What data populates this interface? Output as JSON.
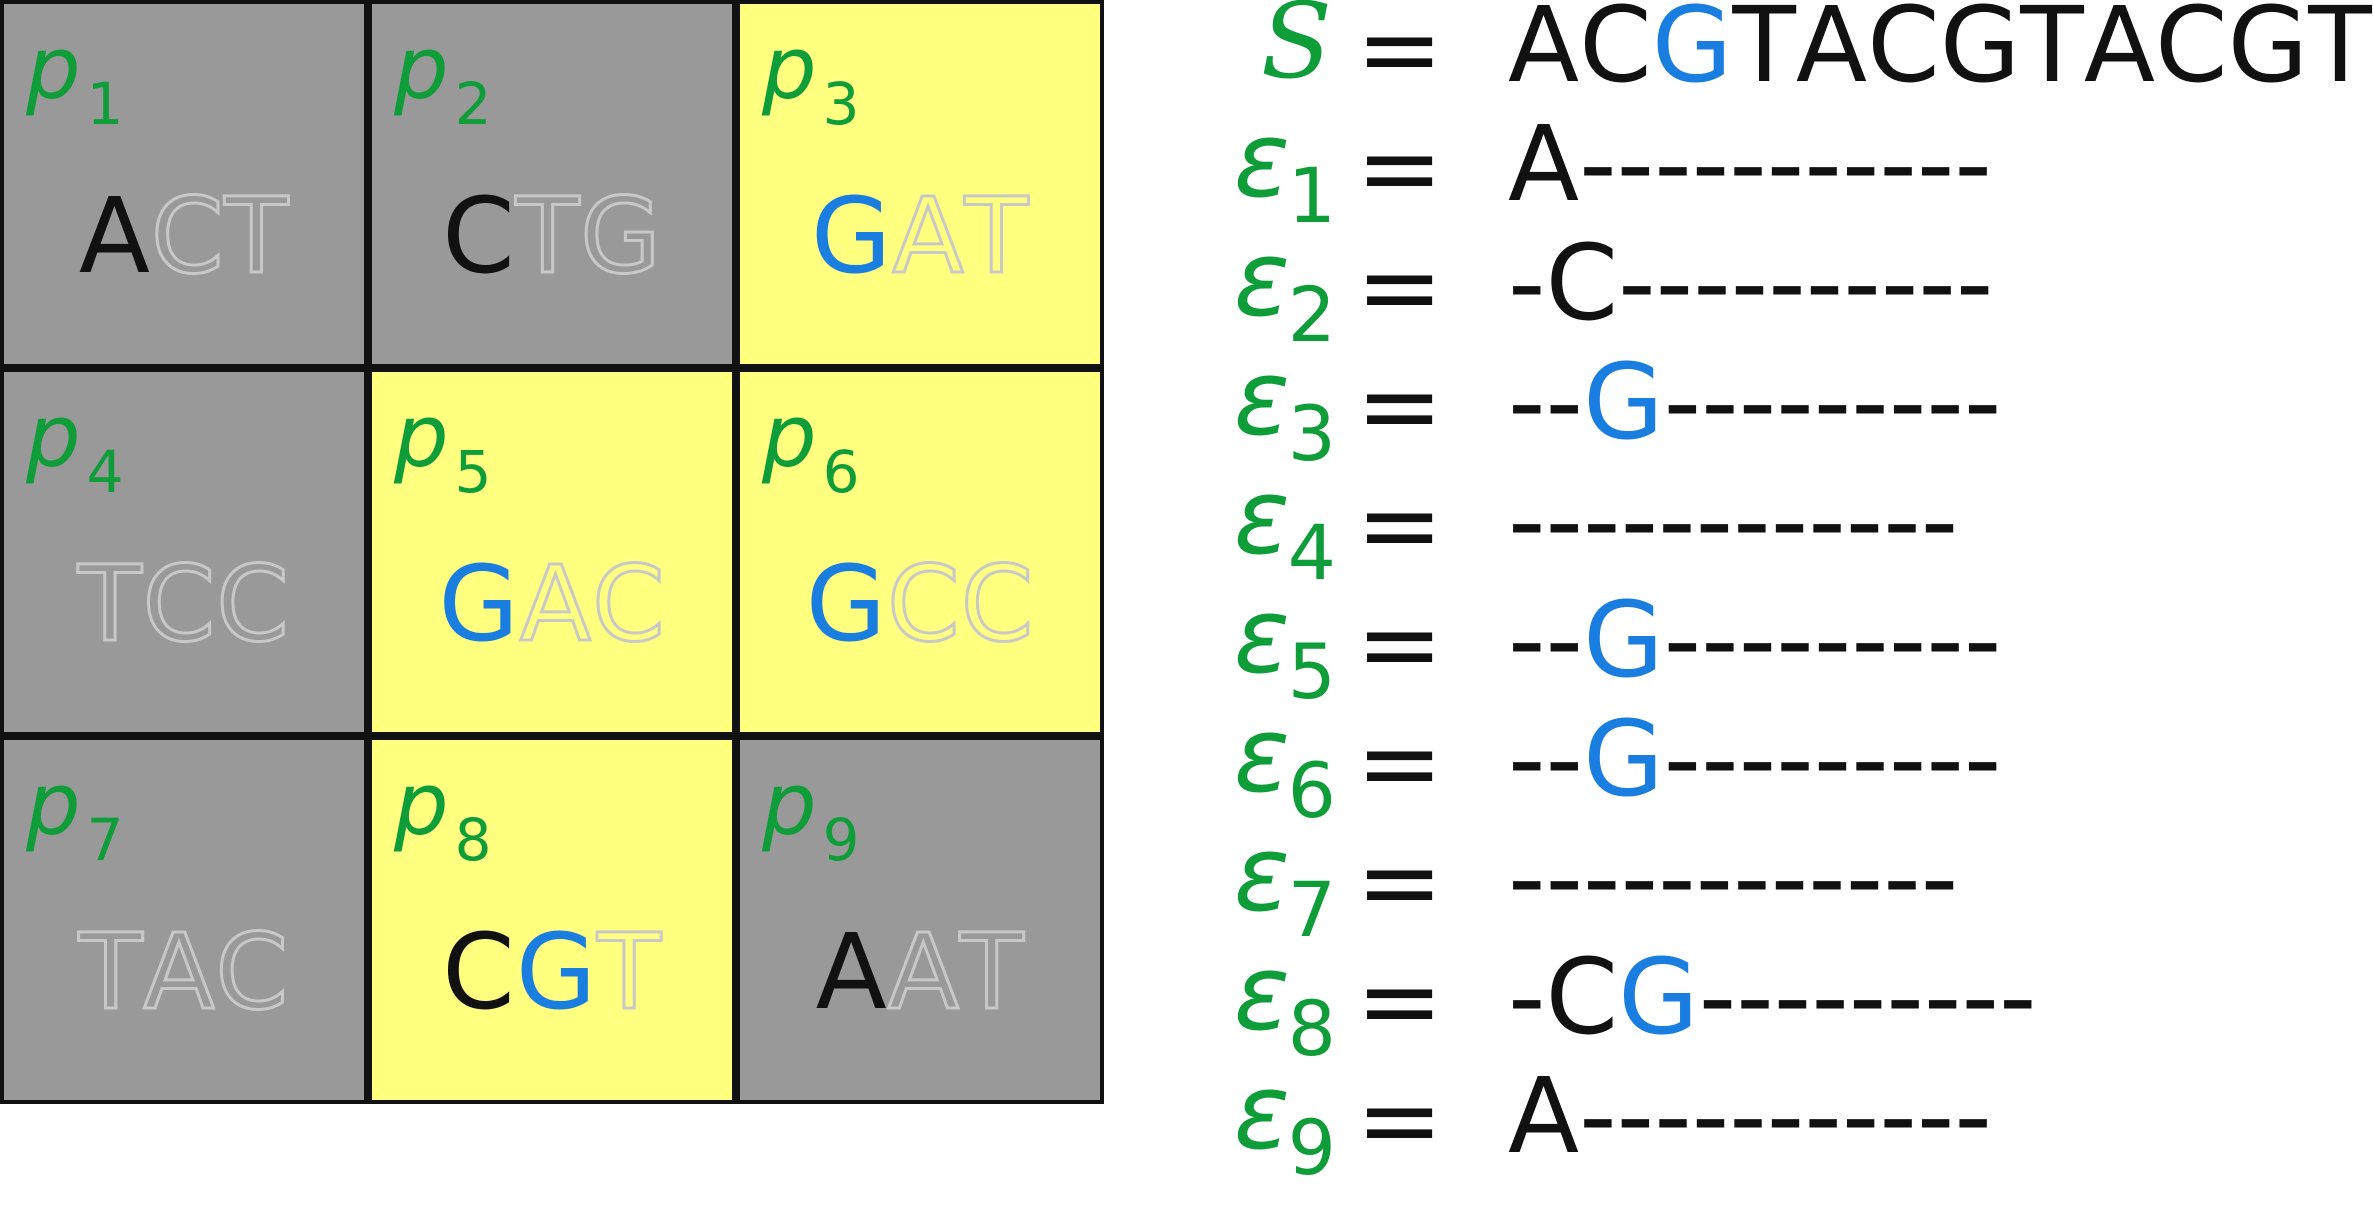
{
  "colors": {
    "green": "#0f9d3a",
    "blue": "#1a7de0",
    "black": "#111111",
    "gray_cell": "#999999",
    "yellow_cell": "#ffff80",
    "outline_letter": "#c8c8c8"
  },
  "cells": [
    {
      "label": "p",
      "sub": "1",
      "fill": "gray",
      "letters": [
        {
          "ch": "A",
          "style": "black"
        },
        {
          "ch": "C",
          "style": "outline"
        },
        {
          "ch": "T",
          "style": "outline"
        }
      ]
    },
    {
      "label": "p",
      "sub": "2",
      "fill": "gray",
      "letters": [
        {
          "ch": "C",
          "style": "black"
        },
        {
          "ch": "T",
          "style": "outline"
        },
        {
          "ch": "G",
          "style": "outline"
        }
      ]
    },
    {
      "label": "p",
      "sub": "3",
      "fill": "yellow",
      "letters": [
        {
          "ch": "G",
          "style": "blue"
        },
        {
          "ch": "A",
          "style": "outline"
        },
        {
          "ch": "T",
          "style": "outline"
        }
      ]
    },
    {
      "label": "p",
      "sub": "4",
      "fill": "gray",
      "letters": [
        {
          "ch": "T",
          "style": "outline"
        },
        {
          "ch": "C",
          "style": "outline"
        },
        {
          "ch": "C",
          "style": "outline"
        }
      ]
    },
    {
      "label": "p",
      "sub": "5",
      "fill": "yellow",
      "letters": [
        {
          "ch": "G",
          "style": "blue"
        },
        {
          "ch": "A",
          "style": "outline"
        },
        {
          "ch": "C",
          "style": "outline"
        }
      ]
    },
    {
      "label": "p",
      "sub": "6",
      "fill": "yellow",
      "letters": [
        {
          "ch": "G",
          "style": "blue"
        },
        {
          "ch": "C",
          "style": "outline"
        },
        {
          "ch": "C",
          "style": "outline"
        }
      ]
    },
    {
      "label": "p",
      "sub": "7",
      "fill": "gray",
      "letters": [
        {
          "ch": "T",
          "style": "outline"
        },
        {
          "ch": "A",
          "style": "outline"
        },
        {
          "ch": "C",
          "style": "outline"
        }
      ]
    },
    {
      "label": "p",
      "sub": "8",
      "fill": "yellow",
      "letters": [
        {
          "ch": "C",
          "style": "black"
        },
        {
          "ch": "G",
          "style": "blue"
        },
        {
          "ch": "T",
          "style": "outline"
        }
      ]
    },
    {
      "label": "p",
      "sub": "9",
      "fill": "gray",
      "letters": [
        {
          "ch": "A",
          "style": "black"
        },
        {
          "ch": "A",
          "style": "outline"
        },
        {
          "ch": "T",
          "style": "outline"
        }
      ]
    }
  ],
  "equations": [
    {
      "symbol": "S",
      "sub": "",
      "sign": "=",
      "sequence": [
        {
          "ch": "A",
          "c": "black"
        },
        {
          "ch": "C",
          "c": "black"
        },
        {
          "ch": "G",
          "c": "blue"
        },
        {
          "ch": "T",
          "c": "black"
        },
        {
          "ch": "A",
          "c": "black"
        },
        {
          "ch": "C",
          "c": "black"
        },
        {
          "ch": "G",
          "c": "black"
        },
        {
          "ch": "T",
          "c": "black"
        },
        {
          "ch": "A",
          "c": "black"
        },
        {
          "ch": "C",
          "c": "black"
        },
        {
          "ch": "G",
          "c": "black"
        },
        {
          "ch": "T",
          "c": "black"
        }
      ]
    },
    {
      "symbol": "ε",
      "sub": "1",
      "sign": "=",
      "sequence": [
        {
          "ch": "A",
          "c": "black"
        },
        {
          "ch": "-----------",
          "c": "black"
        }
      ]
    },
    {
      "symbol": "ε",
      "sub": "2",
      "sign": "=",
      "sequence": [
        {
          "ch": "-",
          "c": "black"
        },
        {
          "ch": "C",
          "c": "black"
        },
        {
          "ch": "----------",
          "c": "black"
        }
      ]
    },
    {
      "symbol": "ε",
      "sub": "3",
      "sign": "=",
      "sequence": [
        {
          "ch": "--",
          "c": "black"
        },
        {
          "ch": "G",
          "c": "blue"
        },
        {
          "ch": "---------",
          "c": "black"
        }
      ]
    },
    {
      "symbol": "ε",
      "sub": "4",
      "sign": "=",
      "sequence": [
        {
          "ch": "------------",
          "c": "black"
        }
      ]
    },
    {
      "symbol": "ε",
      "sub": "5",
      "sign": "=",
      "sequence": [
        {
          "ch": "--",
          "c": "black"
        },
        {
          "ch": "G",
          "c": "blue"
        },
        {
          "ch": "---------",
          "c": "black"
        }
      ]
    },
    {
      "symbol": "ε",
      "sub": "6",
      "sign": "=",
      "sequence": [
        {
          "ch": "--",
          "c": "black"
        },
        {
          "ch": "G",
          "c": "blue"
        },
        {
          "ch": "---------",
          "c": "black"
        }
      ]
    },
    {
      "symbol": "ε",
      "sub": "7",
      "sign": "=",
      "sequence": [
        {
          "ch": "------------",
          "c": "black"
        }
      ]
    },
    {
      "symbol": "ε",
      "sub": "8",
      "sign": "=",
      "sequence": [
        {
          "ch": "-",
          "c": "black"
        },
        {
          "ch": "C",
          "c": "black"
        },
        {
          "ch": "G",
          "c": "blue"
        },
        {
          "ch": "---------",
          "c": "black"
        }
      ]
    },
    {
      "symbol": "ε",
      "sub": "9",
      "sign": "=",
      "sequence": [
        {
          "ch": "A",
          "c": "black"
        },
        {
          "ch": "-----------",
          "c": "black"
        }
      ]
    }
  ]
}
